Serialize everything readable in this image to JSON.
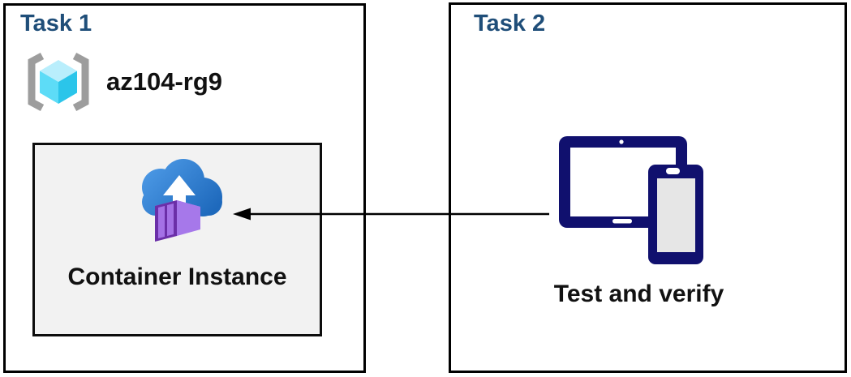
{
  "diagram": {
    "task1": {
      "title": "Task 1",
      "resource_group": {
        "name": "az104-rg9",
        "icon": "resource-group-icon"
      },
      "container_box": {
        "label": "Container Instance",
        "icon": "container-instance-icon"
      }
    },
    "task2": {
      "title": "Task 2",
      "label": "Test and verify",
      "icon": "devices-icon"
    },
    "arrow": {
      "from": "task2-devices",
      "to": "task1-container-instance",
      "direction": "left"
    },
    "colors": {
      "title_blue": "#1F4E79",
      "border_black": "#000000",
      "inner_box_bg": "#F2F2F2",
      "device_navy": "#10106E",
      "cloud_blue_light": "#4F9CE8",
      "cloud_blue_dark": "#1E69BC",
      "container_purple_front": "#6B2FA8",
      "container_purple_side": "#A678EA",
      "container_purple_top": "#B184EF",
      "container_slat": "#A471E6",
      "cube_cyan_top": "#B9EEFC",
      "cube_cyan_left": "#5DDCF7",
      "cube_cyan_right": "#2BC5EA",
      "bracket_gray": "#9D9D9D"
    }
  }
}
